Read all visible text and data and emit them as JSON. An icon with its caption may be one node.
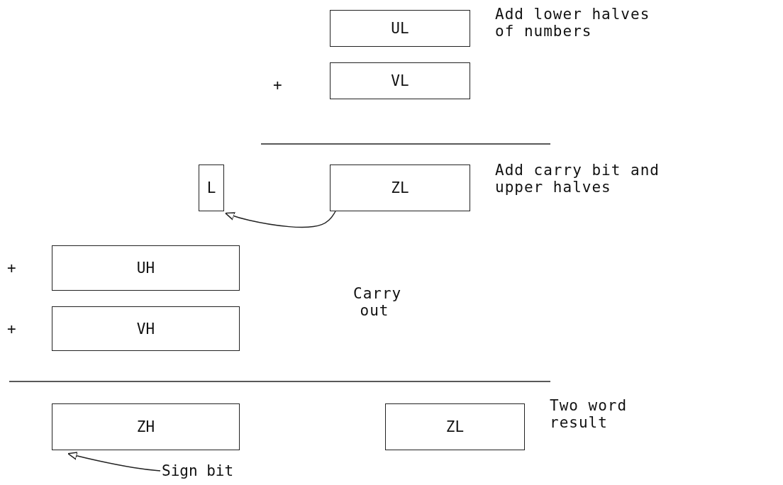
{
  "diagram": {
    "nodes": [
      {
        "text": [
          "UL"
        ]
      },
      {
        "text": [
          "VL"
        ]
      },
      {
        "text": [
          "L"
        ]
      },
      {
        "text": [
          "ZL"
        ]
      },
      {
        "text": [
          "UH"
        ]
      },
      {
        "text": [
          "VH"
        ]
      },
      {
        "text": [
          "ZH"
        ]
      },
      {
        "text": [
          "ZL"
        ]
      },
      {
        "text": [
          "Sign bit"
        ]
      }
    ],
    "edges": [
      {
        "from": 3,
        "to": 2,
        "arrow": "to",
        "label": "Carry out"
      },
      {
        "from": 8,
        "to": 6,
        "arrow": "to"
      }
    ],
    "labels": [
      "Add lower halves of numbers",
      "+",
      "Add carry bit and upper halves",
      "+",
      "+",
      "Two word result"
    ]
  }
}
